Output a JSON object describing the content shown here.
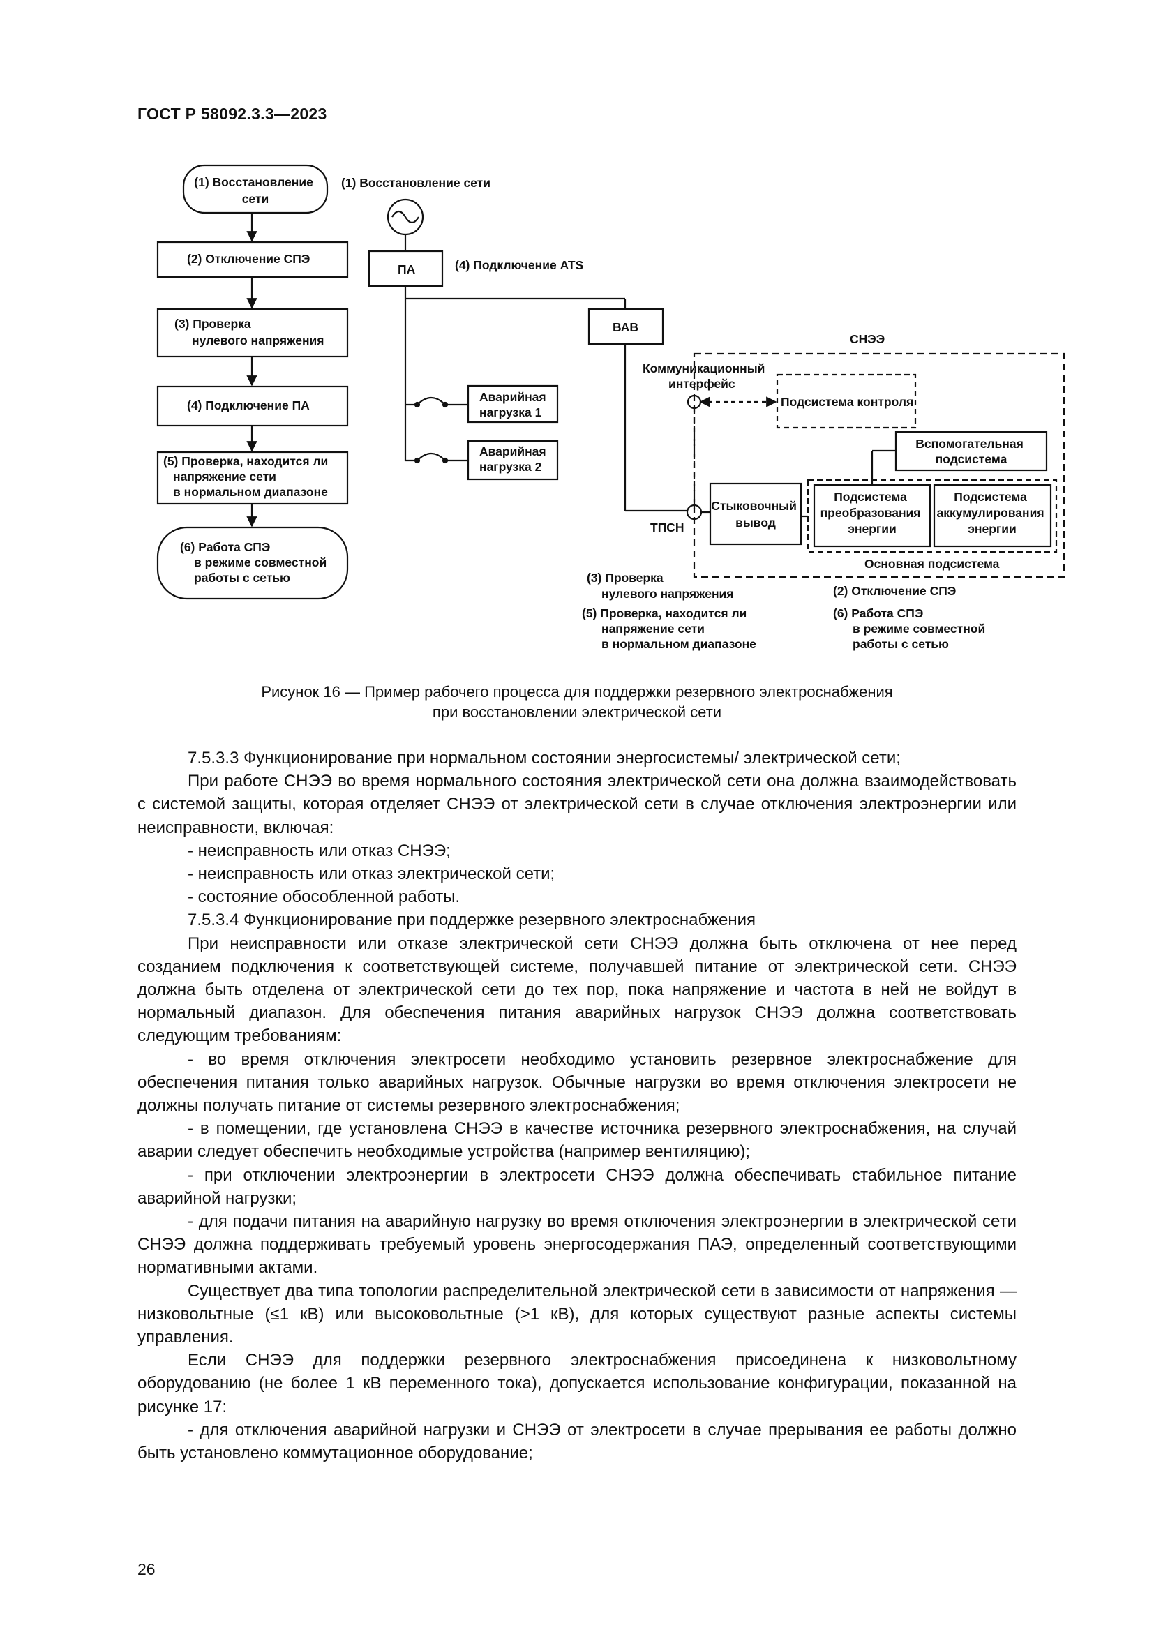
{
  "header": {
    "doc_id": "ГОСТ Р 58092.3.3—2023"
  },
  "figure": {
    "flow": {
      "step1": [
        "(1) Восстановление",
        "сети"
      ],
      "step2": "(2) Отключение СПЭ",
      "step3": [
        "(3) Проверка",
        "нулевого напряжения"
      ],
      "step4": "(4) Подключение ПА",
      "step5": [
        "(5) Проверка, находится ли",
        "напряжение сети",
        "в нормальном диапазоне"
      ],
      "step6": [
        "(6) Работа СПЭ",
        "в режиме совместной",
        "работы с сетью"
      ]
    },
    "circuit": {
      "grid_restore_label": "(1) Восстановление сети",
      "pa_label": "ПА",
      "ats_label": "(4) Подключение  ATS",
      "vav_label": "ВАВ",
      "load1": [
        "Аварийная",
        "нагрузка 1"
      ],
      "load2": [
        "Аварийная",
        "нагрузка 2"
      ],
      "snee_label": "СНЭЭ",
      "comm_interface": [
        "Коммуникационный",
        "интерфейс"
      ],
      "control_subsystem": "Подсистема контроля",
      "aux_subsystem": [
        "Вспомогательная",
        "подсистема"
      ],
      "docking_output": [
        "Стыковочный",
        "вывод"
      ],
      "conversion_subsystem": [
        "Подсистема",
        "преобразования",
        "энергии"
      ],
      "storage_subsystem": [
        "Подсистема",
        "аккумулирования",
        "энергии"
      ],
      "tpsn_label": "ТПСН",
      "main_subsystem": "Основная подсистема",
      "note3": [
        "(3) Проверка",
        "нулевого напряжения"
      ],
      "note5": [
        "(5) Проверка, находится ли",
        "напряжение сети",
        "в нормальном диапазоне"
      ],
      "note2": "(2) Отключение СПЭ",
      "note6": [
        "(6) Работа СПЭ",
        "в режиме совместной",
        "работы с сетью"
      ]
    },
    "caption": [
      "Рисунок 16 — Пример рабочего процесса для поддержки резервного электроснабжения",
      "при восстановлении электрической сети"
    ]
  },
  "body": {
    "p1": "7.5.3.3 Функционирование при нормальном состоянии энергосистемы/ электрической сети;",
    "p2": "При работе СНЭЭ во время нормального состояния электрической сети она должна взаимодействовать с системой защиты, которая отделяет СНЭЭ от электрической сети в случае отключения электроэнергии или неисправности, включая:",
    "p3": "- неисправность или отказ СНЭЭ;",
    "p4": "- неисправность или отказ электрической сети;",
    "p5": "- состояние обособленной работы.",
    "p6": "7.5.3.4 Функционирование при поддержке резервного электроснабжения",
    "p7": "При неисправности или отказе электрической сети СНЭЭ должна быть отключена от нее перед созданием подключения к соответствующей системе, получавшей питание от электрической сети. СНЭЭ должна быть отделена от электрической сети до тех пор, пока напряжение и частота в ней не войдут в нормальный диапазон. Для обеспечения питания аварийных нагрузок СНЭЭ должна соответствовать следующим требованиям:",
    "p8": "- во время отключения электросети необходимо установить резервное электроснабжение для обеспечения питания только аварийных нагрузок. Обычные нагрузки во время отключения электросети не должны получать питание от системы резервного электроснабжения;",
    "p9": "- в помещении, где установлена СНЭЭ в качестве источника резервного электроснабжения, на случай аварии следует обеспечить необходимые устройства (например вентиляцию);",
    "p10": "- при отключении электроэнергии в электросети СНЭЭ должна обеспечивать стабильное питание аварийной нагрузки;",
    "p11": "- для подачи питания на аварийную нагрузку во время отключения электроэнергии в электрической сети СНЭЭ должна поддерживать требуемый уровень энергосодержания ПАЭ, определенный соответствующими нормативными актами.",
    "p12": "Существует два типа топологии распределительной электрической сети в зависимости от напряжения — низковольтные (≤1 кВ) или высоковольтные (>1 кВ), для которых существуют разные аспекты системы управления.",
    "p13": "Если СНЭЭ для поддержки резервного электроснабжения присоединена к низковольтному оборудованию (не более 1 кВ переменного тока), допускается использование конфигурации, показанной на рисунке 17:",
    "p14": "- для отключения аварийной нагрузки и СНЭЭ от электросети в случае прерывания ее работы должно быть установлено коммутационное оборудование;"
  },
  "footer": {
    "page_number": "26"
  }
}
